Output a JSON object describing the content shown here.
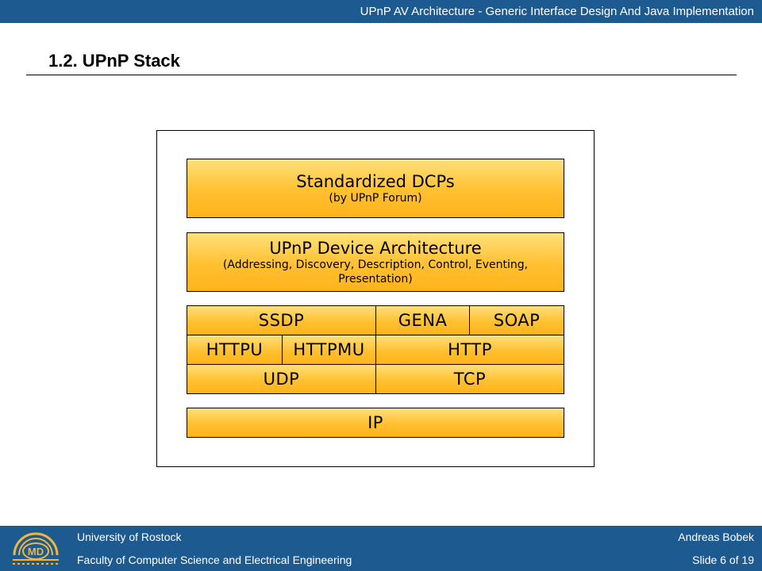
{
  "header": {
    "title": "UPnP AV Architecture - Generic Interface Design And Java Implementation"
  },
  "slide": {
    "title": "1.2. UPnP Stack"
  },
  "stack": {
    "dcp": {
      "title": "Standardized DCPs",
      "subtitle": "(by UPnP Forum)"
    },
    "device_architecture": {
      "title": "UPnP Device Architecture",
      "subtitle_line1": "(Addressing, Discovery, Description, Control, Eventing,",
      "subtitle_line2": "Presentation)"
    },
    "protocols": {
      "ssdp": "SSDP",
      "gena": "GENA",
      "soap": "SOAP",
      "httpu": "HTTPU",
      "httpmu": "HTTPMU",
      "http": "HTTP",
      "udp": "UDP",
      "tcp": "TCP"
    },
    "ip": "IP",
    "box_color": "#ffc030"
  },
  "footer": {
    "university": "University of Rostock",
    "faculty": "Faculty of Computer Science and Electrical Engineering",
    "author": "Andreas Bobek",
    "slide_number": "Slide 6 of 19",
    "logo_text": "MD",
    "bar_color": "#1d5a8f"
  }
}
